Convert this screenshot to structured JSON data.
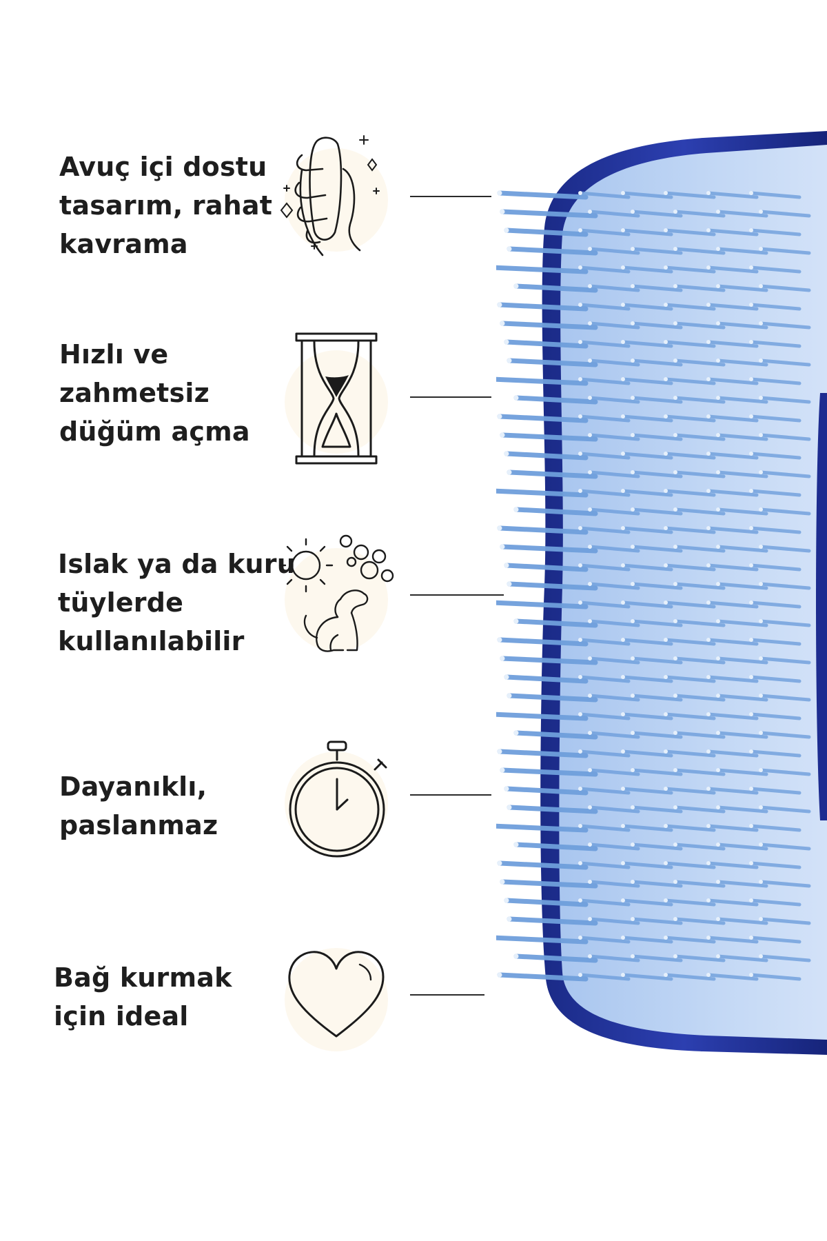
{
  "features": [
    {
      "id": "palm",
      "text": "Avuç içi dostu\ntasarım, rahat\nkavrama",
      "icon": "hand-holding-brush-icon"
    },
    {
      "id": "detangle",
      "text": "Hızlı ve\nzahmetsiz\ndüğüm açma",
      "icon": "hourglass-icon"
    },
    {
      "id": "wetdry",
      "text": "Islak ya da kuru\ntüylerde\nkullanılabilir",
      "icon": "dog-sun-bubbles-icon"
    },
    {
      "id": "durable",
      "text": "Dayanıklı,\npaslanmaz",
      "icon": "stopwatch-icon"
    },
    {
      "id": "bond",
      "text": "Bağ kurmak\niçin ideal",
      "icon": "heart-icon"
    }
  ],
  "colors": {
    "brush_shell": "#1f2f8f",
    "brush_face": "#bcd3f3",
    "bristles": "#6f9fdc",
    "icon_halo": "#fdf8ee",
    "text": "#1e1e1e"
  }
}
